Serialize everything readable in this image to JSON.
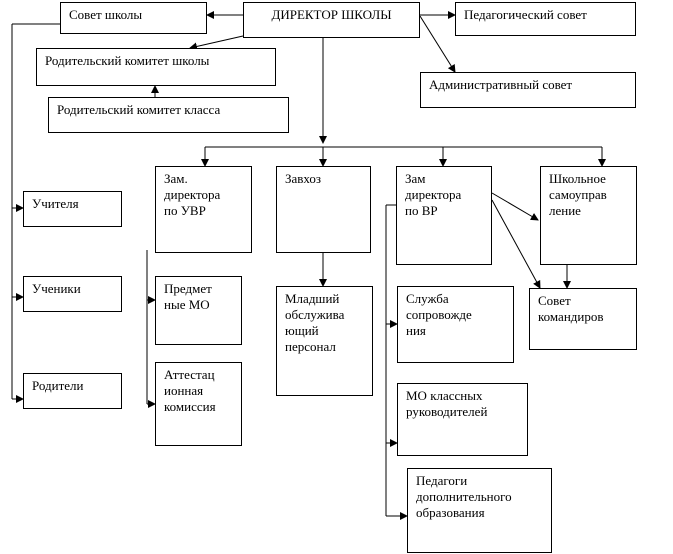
{
  "nodes": {
    "director": "ДИРЕКТОР ШКОЛЫ",
    "school_council": "Совет школы",
    "ped_council": "Педагогический совет",
    "parent_committee_school": "Родительский комитет школы",
    "parent_committee_class": "Родительский комитет класса",
    "admin_council": "Административный совет",
    "teachers": "Учителя",
    "students": "Ученики",
    "parents": "Родители",
    "deputy_uvr": "Зам.\nдиректора\nпо УВР",
    "subject_mo": "Предмет\nные МО",
    "attestation": "Аттестац\nионная\nкомиссия",
    "zavhoz": "Завхоз",
    "junior_staff": "Младший\nобслужива\nющий\nперсонал",
    "deputy_vr": "Зам\nдиректора\nпо ВР",
    "support_service": "Служба\nсопровожде\nния",
    "mo_class_leaders": "МО классных\nруководителей",
    "additional_ed": "Педагоги\nдополнительного\nобразования",
    "self_gov": "Школьное\nсамоуправ\nление",
    "commanders_council": "Совет\nкомандиров"
  }
}
